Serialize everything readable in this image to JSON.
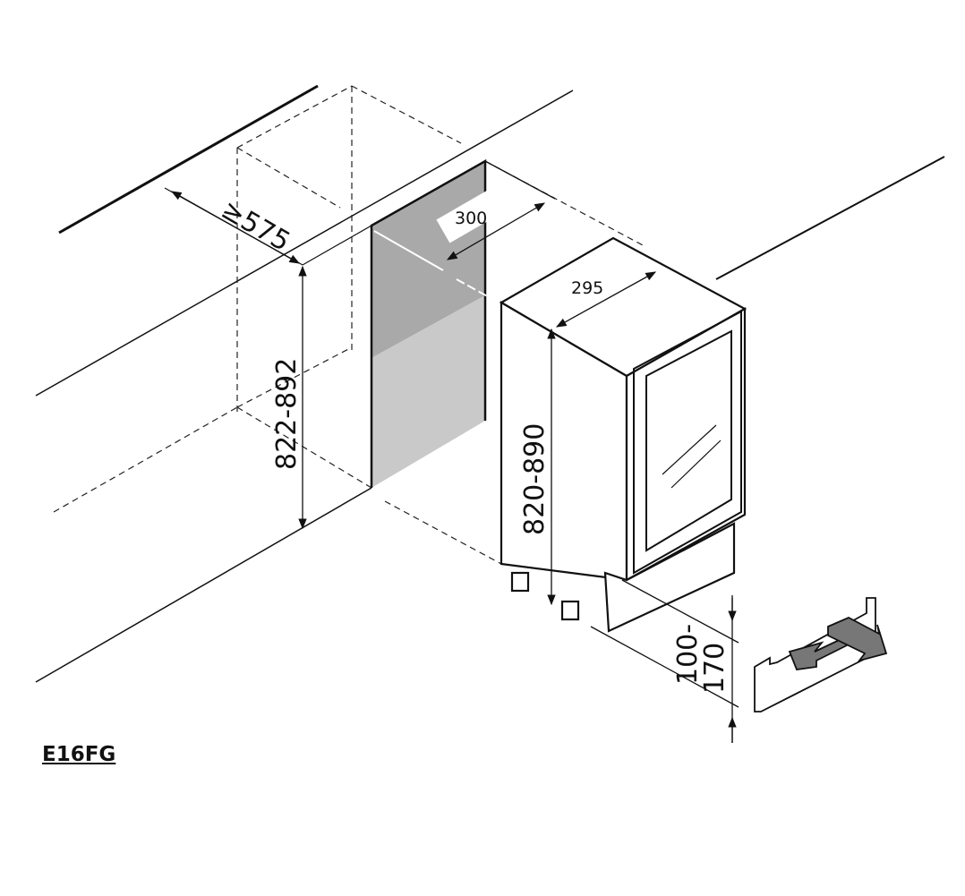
{
  "title": "E16FG",
  "dimensions": {
    "niche_depth": "≥575",
    "niche_width": "300",
    "appliance_width": "295",
    "niche_height": "822-892",
    "appliance_height": "820-890",
    "plinth_height_line1": "100-",
    "plinth_height_line2": "170"
  },
  "colors": {
    "panel_dark": "#a9a9a9",
    "panel_light": "#c9c9c9",
    "arrow_gray": "#777777"
  }
}
